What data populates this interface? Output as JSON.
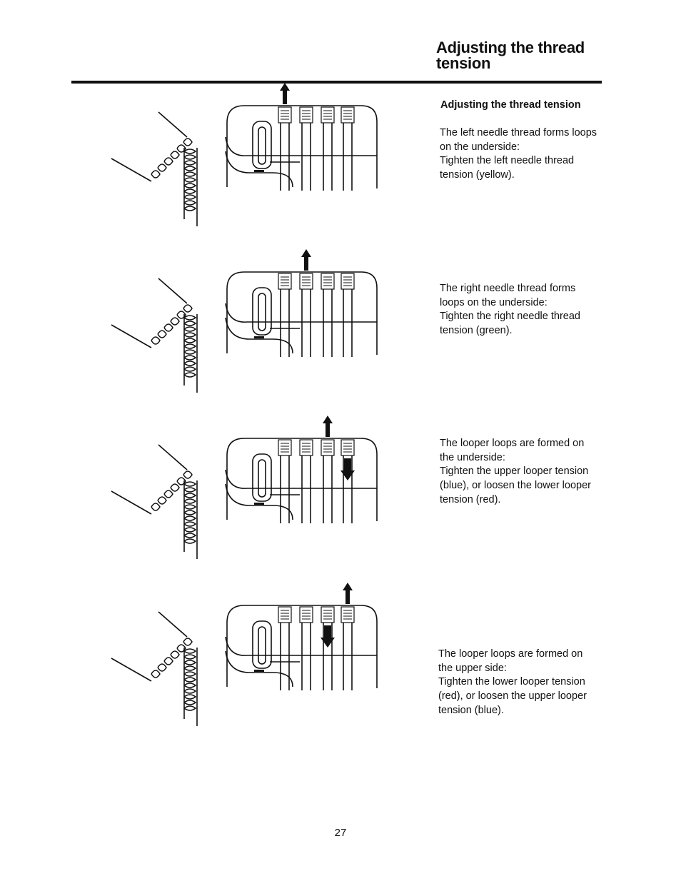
{
  "page": {
    "title": "Adjusting the thread tension",
    "page_number": "27"
  },
  "section": {
    "heading": "Adjusting the thread tension",
    "items": [
      {
        "lines": [
          "The left needle thread forms loops",
          "on the underside:",
          "Tighten the left needle thread",
          "tension (yellow)."
        ],
        "adjust": [
          "up",
          "none",
          "none",
          "none"
        ],
        "icon": "loops-underside-left-needle-icon"
      },
      {
        "lines": [
          "The right needle thread forms",
          "loops on the underside:",
          "Tighten the right needle thread",
          "tension (green)."
        ],
        "adjust": [
          "none",
          "up",
          "none",
          "none"
        ],
        "icon": "loops-underside-right-needle-icon"
      },
      {
        "lines": [
          "The looper loops are formed on",
          "the underside:",
          "Tighten the upper looper tension",
          "(blue), or loosen the lower looper",
          "tension (red)."
        ],
        "adjust": [
          "none",
          "none",
          "up",
          "down"
        ],
        "icon": "looper-loops-underside-icon"
      },
      {
        "lines": [
          "The looper loops are formed on",
          "the upper side:",
          "Tighten the lower looper tension",
          "(red), or loosen the upper looper",
          "tension (blue)."
        ],
        "adjust": [
          "none",
          "none",
          "down",
          "up"
        ],
        "icon": "looper-loops-upper-side-icon"
      }
    ]
  },
  "colors": {
    "ink": "#111111",
    "paper": "#ffffff"
  }
}
